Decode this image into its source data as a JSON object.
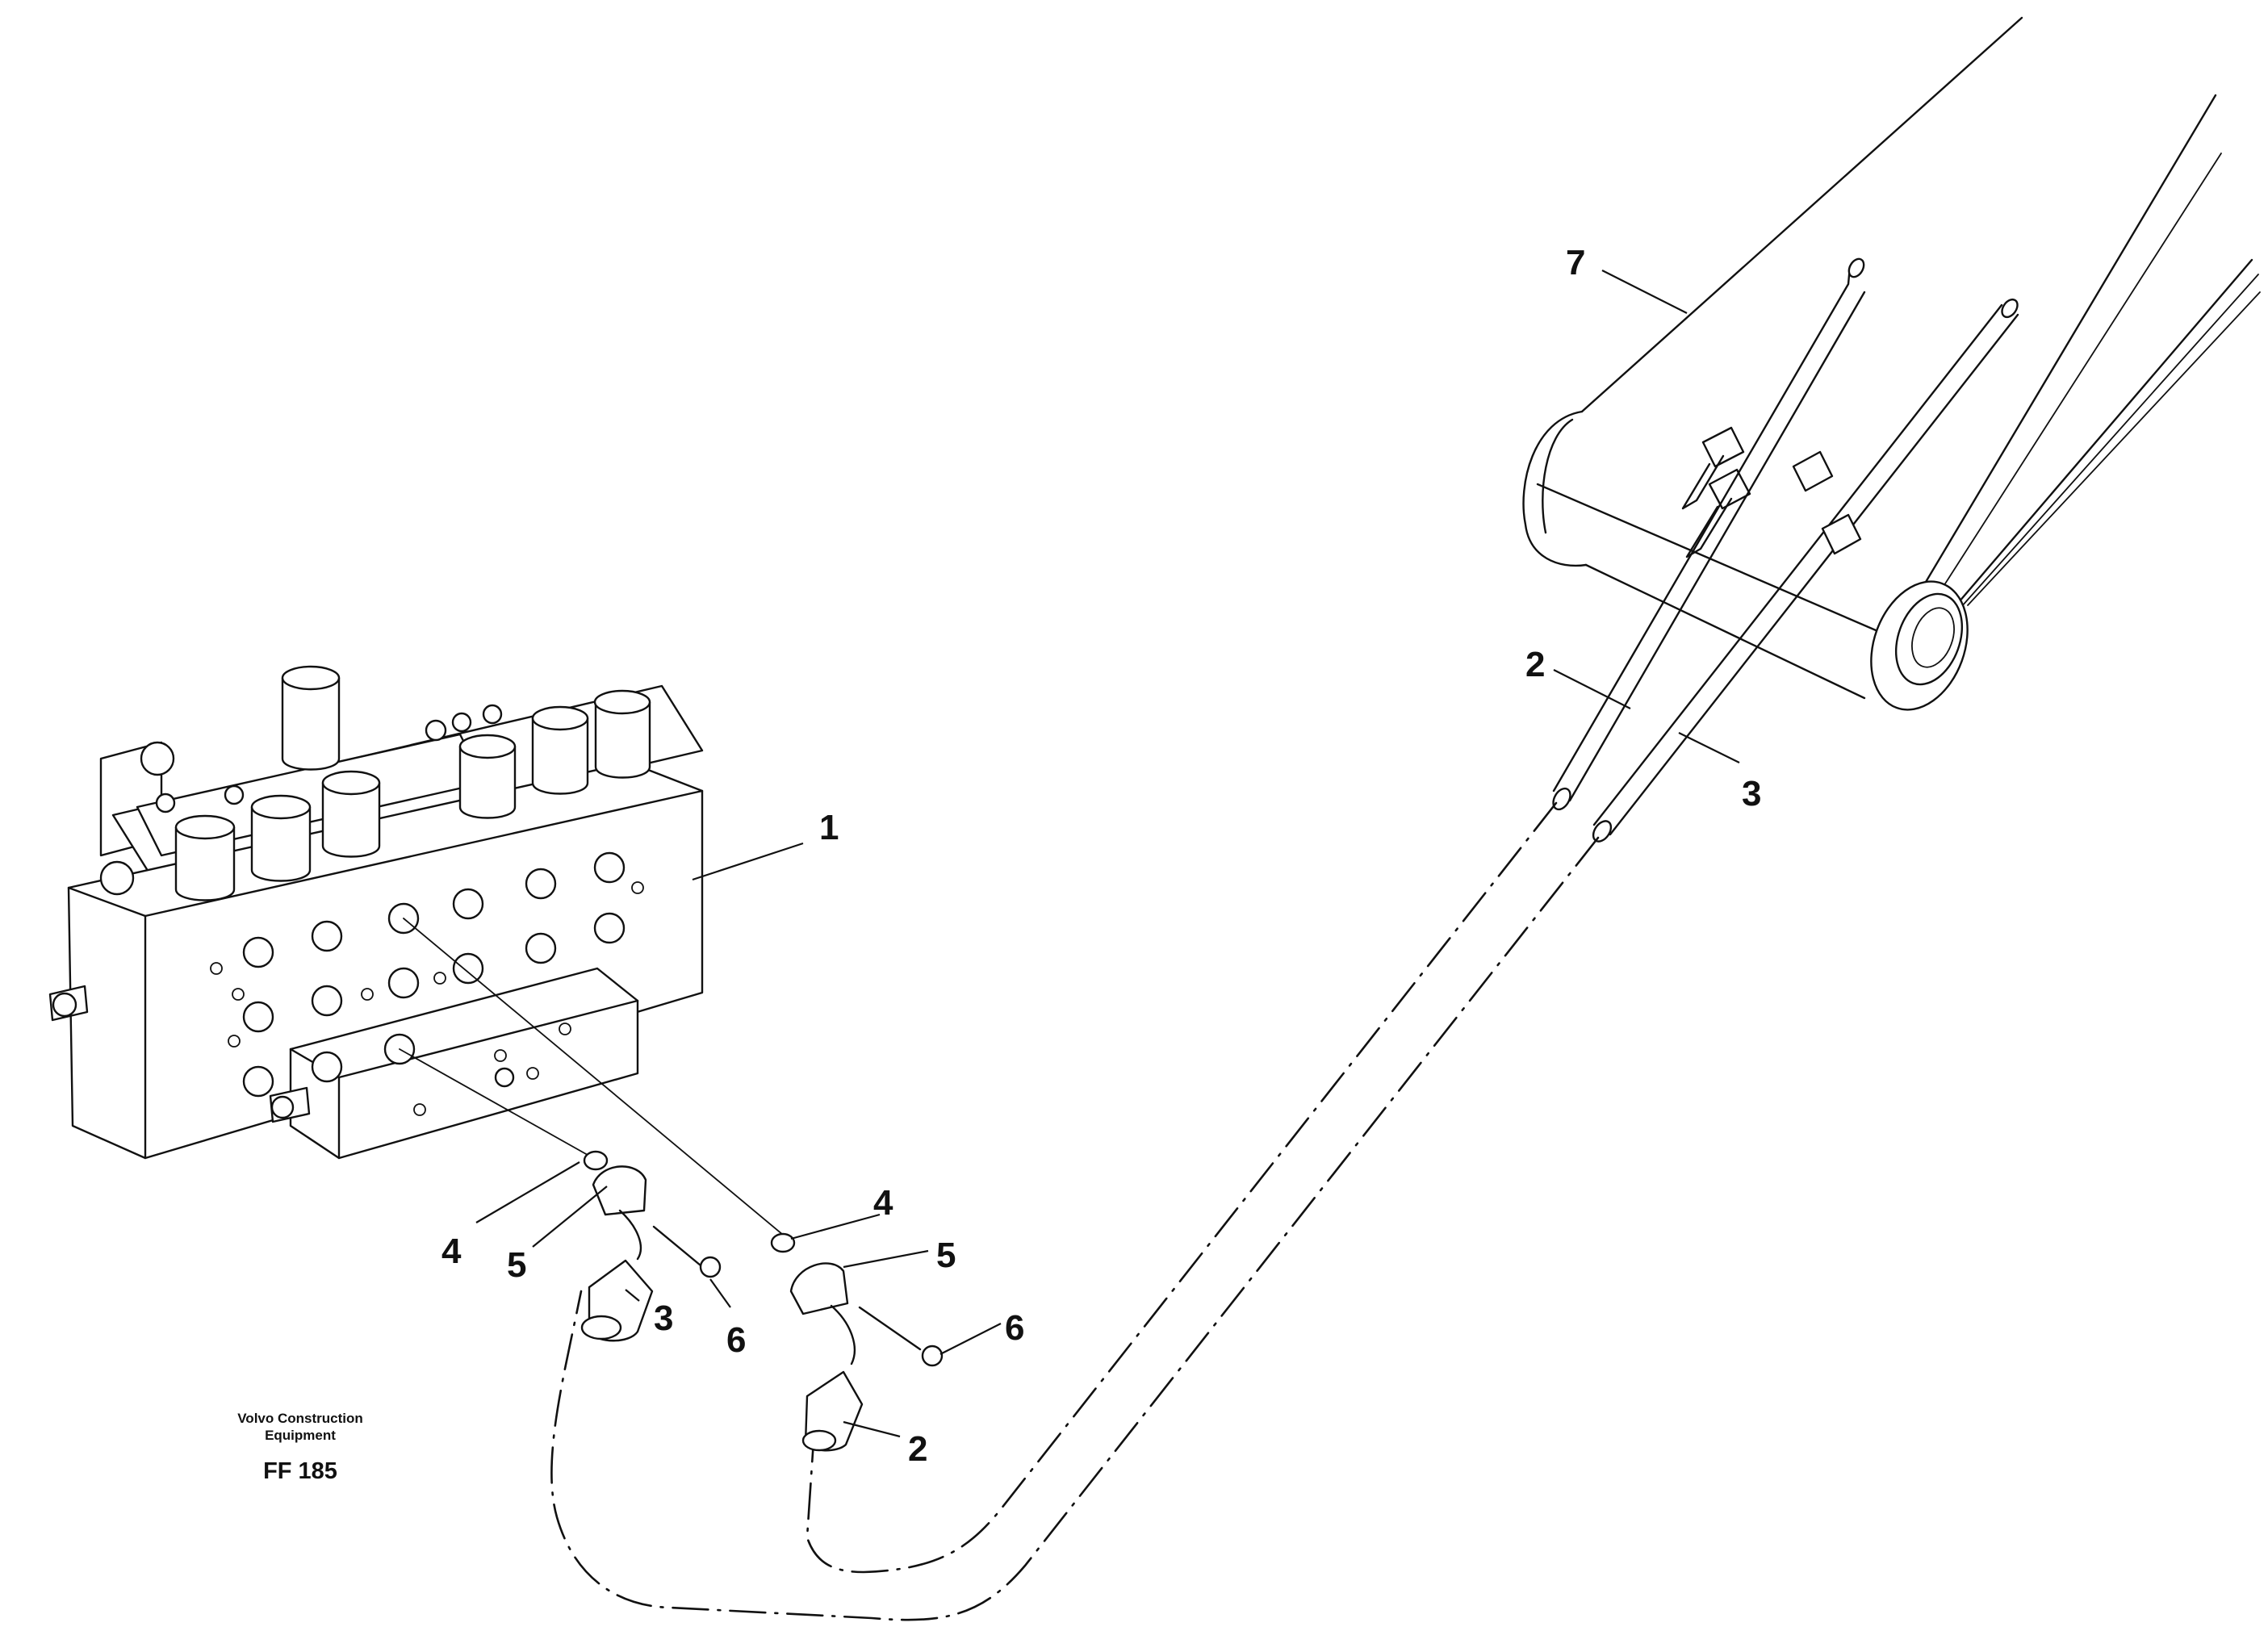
{
  "callouts": {
    "c1": "1",
    "c2_boom": "2",
    "c3_boom": "3",
    "c7": "7",
    "c4_left": "4",
    "c5_left": "5",
    "c3_lower": "3",
    "c6_left": "6",
    "c4_right": "4",
    "c5_right": "5",
    "c6_right": "6",
    "c2_lower": "2"
  },
  "credit": {
    "line1": "Volvo Construction",
    "line2": "Equipment",
    "code": "FF 185"
  }
}
